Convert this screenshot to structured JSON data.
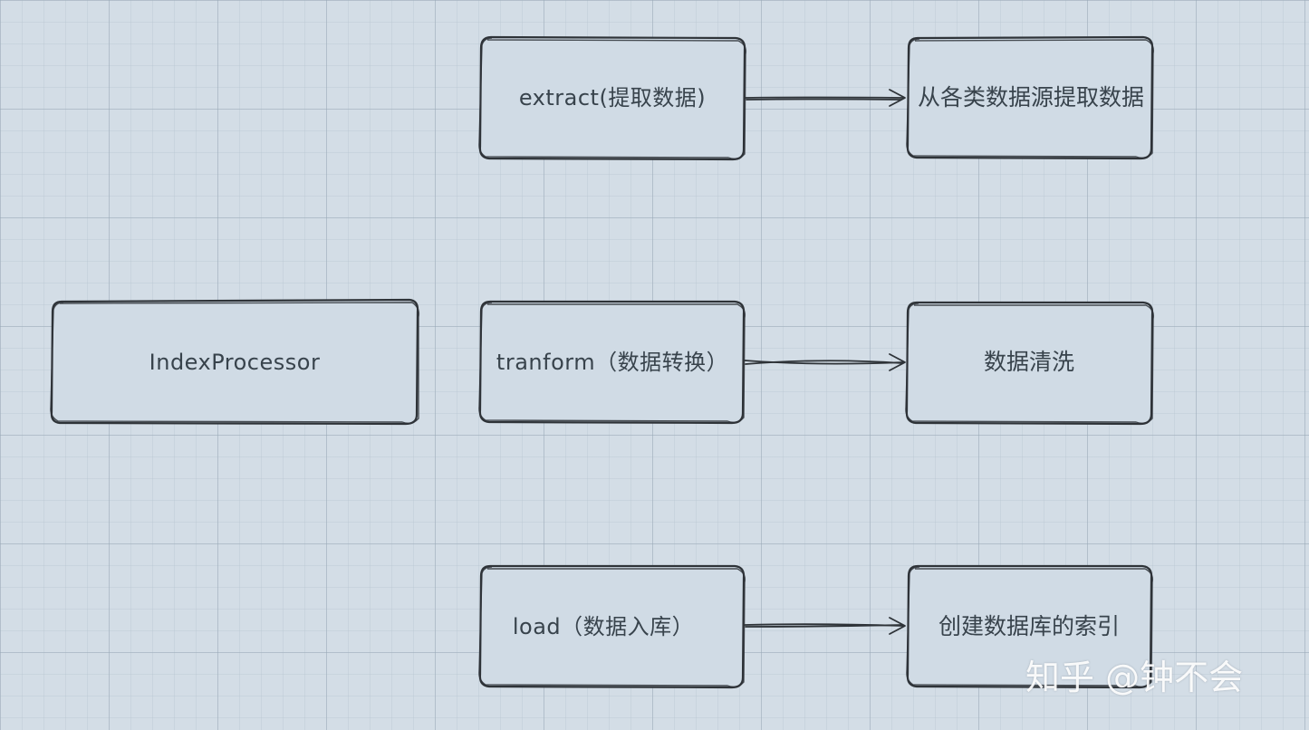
{
  "nodes": {
    "index_processor": "IndexProcessor",
    "extract": "extract(提取数据)",
    "extract_desc": "从各类数据源提取数据",
    "transform": "tranform（数据转换）",
    "transform_desc": "数据清洗",
    "load": "load（数据入库）",
    "load_desc": "创建数据库的索引"
  },
  "watermark": "知乎 @钟不会",
  "colors": {
    "background": "#d3dde6",
    "stroke": "#2e3338",
    "text": "#38434c"
  }
}
